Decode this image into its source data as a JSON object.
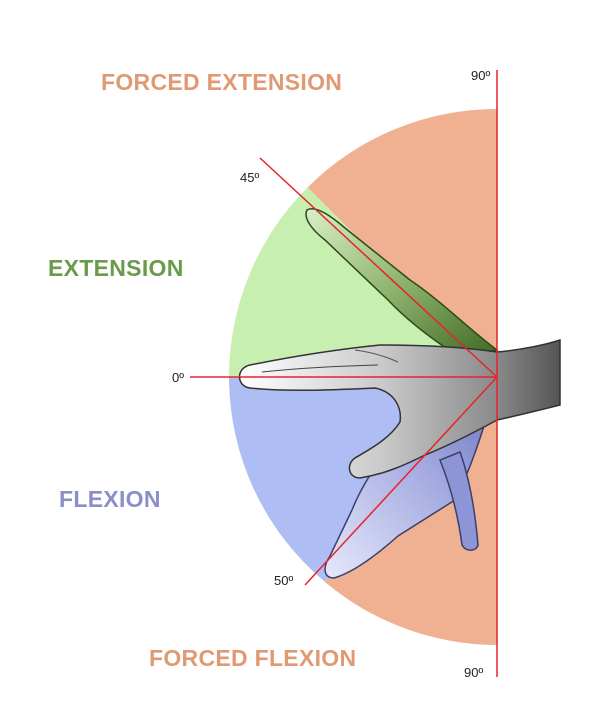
{
  "labels": {
    "forced_extension": "FORCED EXTENSION",
    "extension": "EXTENSION",
    "flexion": "FLEXION",
    "forced_flexion": "FORCED FLEXION"
  },
  "angles": {
    "top_90": "90º",
    "a45": "45º",
    "a0": "0º",
    "a50": "50º",
    "bottom_90": "90º"
  },
  "colors": {
    "forced_zone": "#efb191",
    "extension_zone": "#c7efb0",
    "flexion_zone": "#aebdf3",
    "guide_line": "#e8232a",
    "forced_text": "#e09a73",
    "extension_text": "#6a9a4b",
    "flexion_text": "#8a8fc8",
    "hand_skin": "#a8a8a8",
    "hand_extension_tint": "#4f7d33",
    "hand_flexion_tint": "#7d86c8"
  },
  "icons": {
    "hand": "hand-wrist-icon"
  }
}
